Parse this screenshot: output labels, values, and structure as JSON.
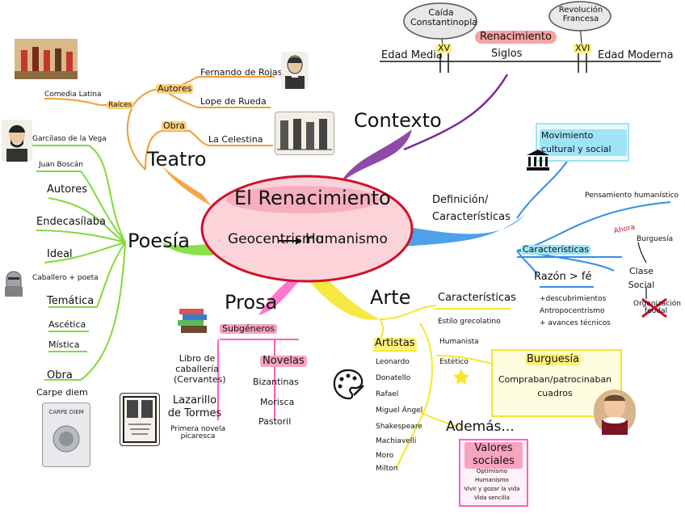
{
  "center": {
    "title": "El Renacimiento",
    "subtitle_from": "Geocentrismo",
    "subtitle_to": "Humanismo"
  },
  "contexto": {
    "title": "Contexto",
    "caida": "Caída Constantinopla",
    "revolucion": "Revolución Francesa",
    "renacimiento": "Renacimiento",
    "edad_media": "Edad Media",
    "edad_moderna": "Edad Moderna",
    "siglos": "Siglos",
    "xv": "XV",
    "xvi": "XVI"
  },
  "definicion": {
    "title": "Definición/ Características",
    "movimiento": "Movimiento cultural y social",
    "pensamiento": "Pensamiento humanístico",
    "caracteristicas": "Características",
    "razon": "Razón > fé",
    "items": [
      "+descubrimientos",
      "Antropocentrismo",
      "+ avances técnicos"
    ],
    "ahora": "Ahora",
    "burguesia": "Burguesía",
    "clase_social": "Clase Social",
    "organizacion": "Organización feudal"
  },
  "arte": {
    "title": "Arte",
    "caracteristicas": "Características",
    "caract_items": [
      "Estilo grecolatino",
      "Humanista",
      "Estético"
    ],
    "artistas": "Artistas",
    "artist_list": [
      "Leonardo",
      "Donatello",
      "Rafael",
      "Miguel Ángel",
      "Shakespeare",
      "Machiavelli",
      "Moro",
      "Milton"
    ],
    "burguesia_title": "Burguesía",
    "burguesia_text": "Compraban/patrocinaban cuadros",
    "ademas": "Además...",
    "valores": "Valores sociales",
    "valores_items": [
      "Optimismo",
      "Humanismo",
      "Vivir y gozar la vida",
      "Vida sencilla"
    ]
  },
  "prosa": {
    "title": "Prosa",
    "subgeneros": "Subgéneros",
    "libro": "Libro de caballería (Cervantes)",
    "lazarillo": "Lazarillo de Tormes",
    "primera": "Primera novela picaresca",
    "novelas": "Novelas",
    "novela_list": [
      "Bizantinas",
      "Morisca",
      "Pastoril"
    ]
  },
  "poesia": {
    "title": "Poesía",
    "garcilaso": "Garcilaso de la Vega",
    "boscan": "Juan Boscán",
    "autores": "Autores",
    "endecasilaba": "Endecasílaba",
    "ideal": "Ideal",
    "caballero": "Caballero + poeta",
    "tematica": "Temática",
    "ascetica": "Ascética",
    "mistica": "Mística",
    "obra": "Obra",
    "carpe": "Carpe diem",
    "carpe_book": "CARPE DIEM"
  },
  "teatro": {
    "title": "Teatro",
    "raices": "Raíces",
    "comedia": "Comedia Latina",
    "autores": "Autores",
    "rojas": "Fernando de Rojas",
    "rueda": "Lope de Rueda",
    "obra": "Obra",
    "celestina": "La Celestina"
  },
  "colors": {
    "teatro": "#f39c33",
    "poesia": "#7ddc3a",
    "prosa": "#ff5fc1",
    "arte": "#f5e62e",
    "definicion": "#2f8fe8",
    "contexto": "#7a2a9a",
    "center_fill": "#fbd3d8",
    "center_stroke": "#d0102a"
  }
}
